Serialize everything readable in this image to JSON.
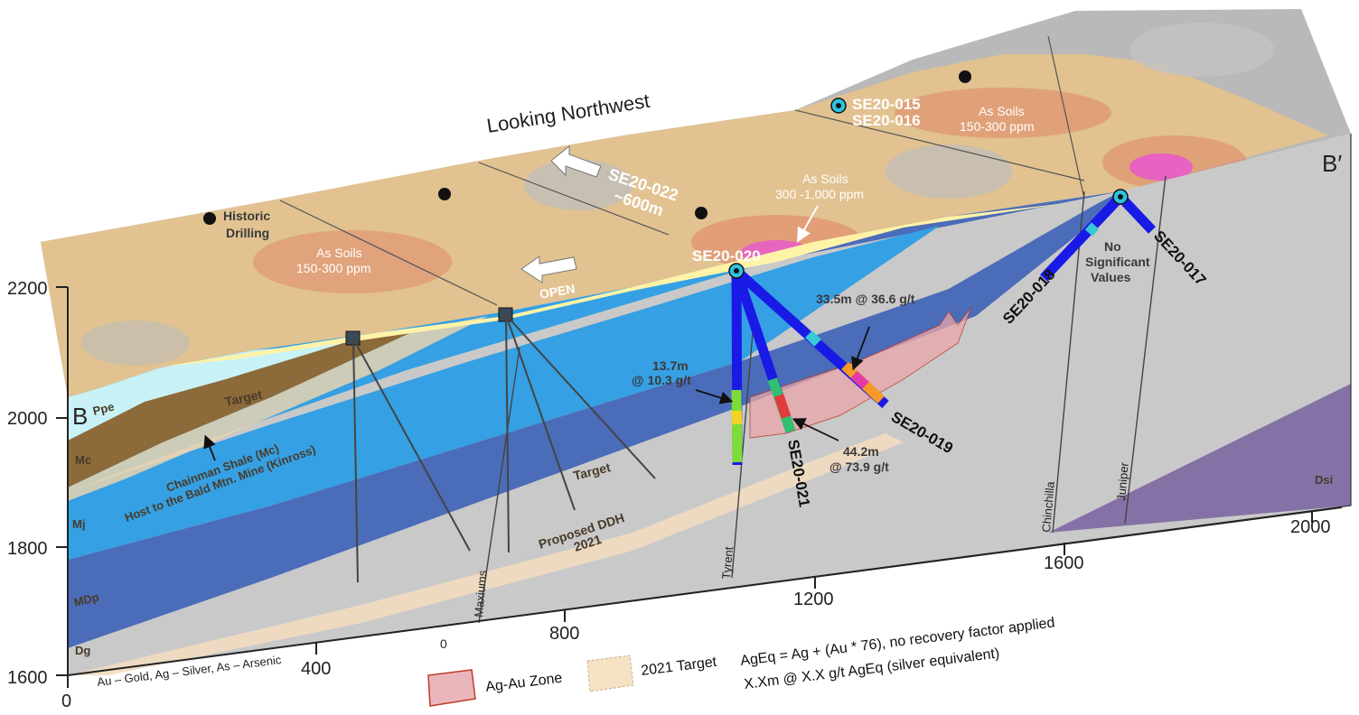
{
  "view_title": "Looking Northwest",
  "section_ends": {
    "left": "B",
    "right": "B′"
  },
  "axes": {
    "elevation_ticks": [
      "2200",
      "2000",
      "1800",
      "1600"
    ],
    "distance_ticks": [
      "0",
      "400",
      "800",
      "1200",
      "1600",
      "2000"
    ],
    "scale_zero_label": "0"
  },
  "surface_labels": {
    "historic_drilling": [
      "Historic",
      "Drilling"
    ],
    "soils_west": [
      "As Soils",
      "150-300 ppm"
    ],
    "soils_center": [
      "As Soils",
      "300 -1,000 ppm"
    ],
    "soils_east": [
      "As Soils",
      "150-300 ppm"
    ],
    "step_out_west": [
      "SE20-022",
      "~600m"
    ],
    "open_label": "OPEN"
  },
  "drill_holes": {
    "se20_015": "SE20-015",
    "se20_016": "SE20-016",
    "se20_020": "SE20-020",
    "se20_021": "SE20-021",
    "se20_019": "SE20-019",
    "se20_018": "SE20-018",
    "se20_017": "SE20-017",
    "no_sig": [
      "No",
      "Significant",
      "Values"
    ]
  },
  "intercepts": {
    "i1": [
      "13.7m",
      "@ 10.3 g/t"
    ],
    "i2": "33.5m @ 36.6 g/t",
    "i3": [
      "44.2m",
      "@ 73.9 g/t"
    ]
  },
  "units": {
    "ppe": "Ppe",
    "mc": "Mc",
    "mj": "Mj",
    "mdp": "MDp",
    "dg": "Dg",
    "dsi": "Dsi"
  },
  "annotations": {
    "target_upper": "Target",
    "target_lower": "Target",
    "chainman": [
      "Chainman Shale (Mc)",
      "Host to the Bald Mtn. Mine (Kinross)"
    ],
    "proposed": [
      "Proposed DDH",
      "2021"
    ]
  },
  "faults": {
    "maxiums": "Maxiums",
    "tyrent": "Tyrent",
    "chinchilla": "Chinchilla",
    "juniper": "Juniper"
  },
  "legend": {
    "abbrev": "Au – Gold, Ag – Silver, As – Arsenic",
    "zone": "Ag-Au Zone",
    "target_2021": "2021 Target",
    "formula": "AgEq = Ag + (Au * 76), no recovery factor applied",
    "format": "X.Xm @ X.X g/t AgEq (silver equivalent)"
  },
  "colors": {
    "soil_bg": "#e6c38a",
    "soil_anomaly": "#e08a6a",
    "soil_high": "#e95bc9",
    "ppe": "#c9f2f6",
    "mc": "#8c6a3a",
    "mj": "#35a0e3",
    "mdp": "#4b6cb9",
    "dg": "#c9c9c9",
    "dsi": "#8472a6",
    "target": "#f1dcc0",
    "zone": "#e9a6aa",
    "drill_trace": "#1a1ae6"
  }
}
